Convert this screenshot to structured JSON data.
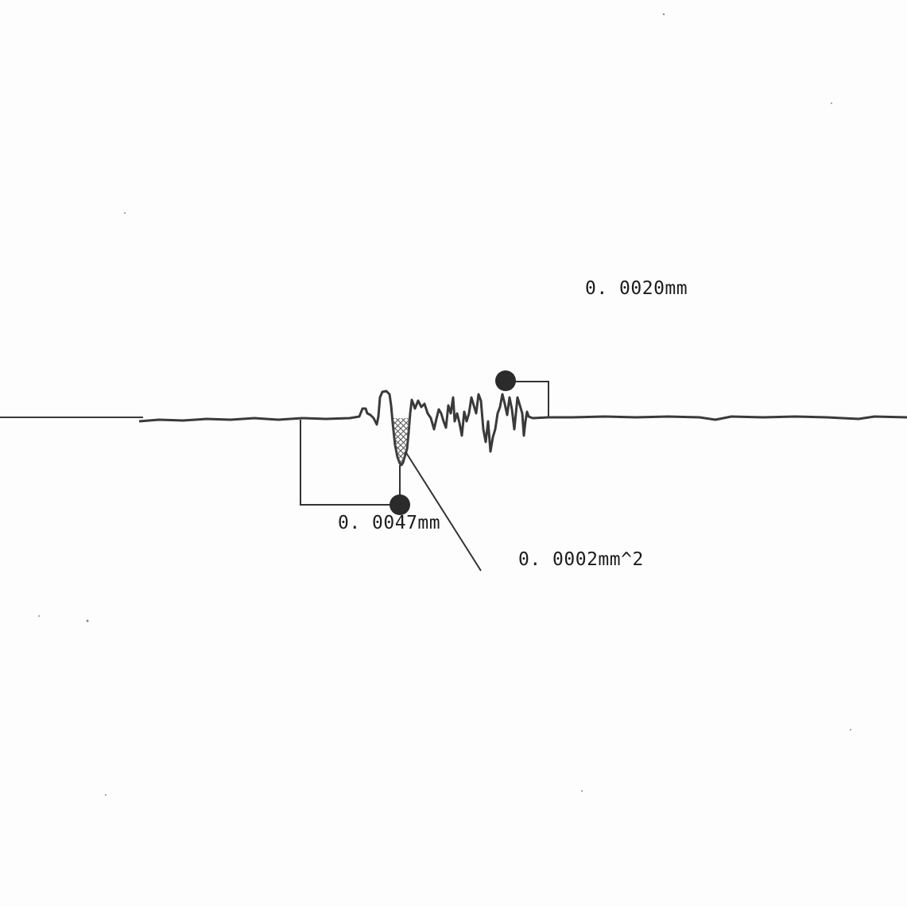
{
  "annotations": {
    "peak_height": "0. 0020mm",
    "valley_depth": "0. 0047mm",
    "valley_area": "0. 0002mm^2"
  },
  "colors": {
    "profile": "#3a3a3a",
    "marker": "#2b2b2b",
    "leader": "#333333",
    "hatch": "#555555",
    "text": "#1c1c1c"
  }
}
